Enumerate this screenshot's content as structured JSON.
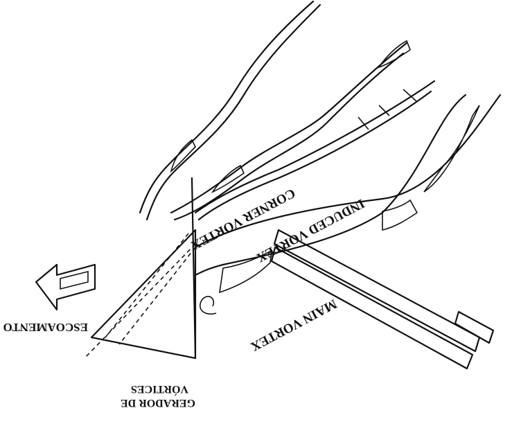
{
  "labels": {
    "corner_vortex": "CORNER VORTEX",
    "induced_vortex": "INDUCED VORTEX",
    "main_vortex": "MAIN VORTEX",
    "flow": "ESCOAMENTO",
    "generator_line1": "GERADOR DE",
    "generator_line2": "VÓRTICES"
  },
  "orientation": "upside-down (rotated 180°)"
}
